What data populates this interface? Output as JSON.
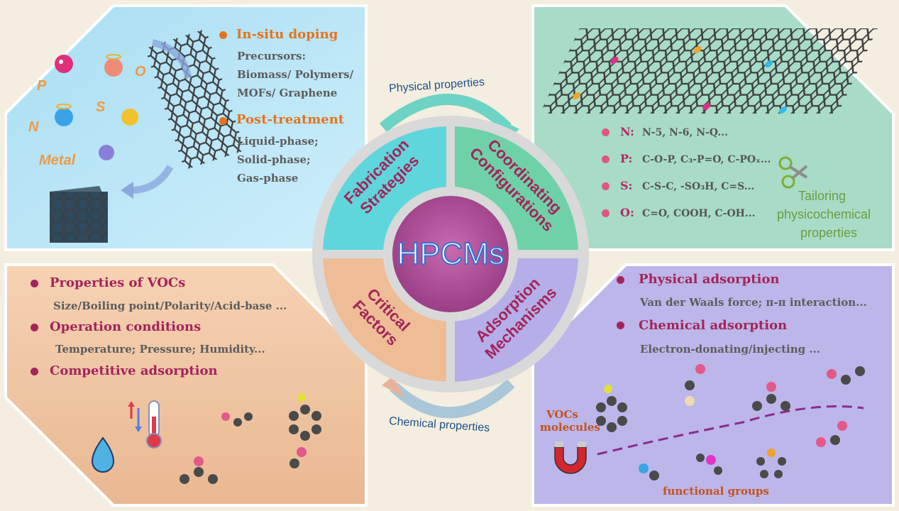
{
  "center": {
    "title": "HPCMs"
  },
  "quadrants": {
    "top_left": "Fabrication Strategies",
    "top_right": "Coordinating Configurations",
    "bottom_left": "Critical Factors",
    "bottom_right": "Adsorption Mechanisms"
  },
  "arrows": {
    "top": "Physical properties",
    "bottom": "Chemical properties"
  },
  "fabrication": {
    "heading1": "In-situ doping",
    "lines1": [
      "Precursors:",
      "Biomass/ Polymers/",
      "MOFs/ Graphene"
    ],
    "heading2": "Post-treatment",
    "lines2": [
      "Liquid-phase;",
      "Solid-phase;",
      "Gas-phase"
    ],
    "dopants": [
      "P",
      "O",
      "N",
      "S",
      "Metal"
    ]
  },
  "configurations": {
    "items": [
      {
        "label": "N:",
        "value": "N-5, N-6, N-Q..."
      },
      {
        "label": "P:",
        "value": "C-O-P, C₃-P=O, C-POₓ..."
      },
      {
        "label": "S:",
        "value": "C-S-C, -SO₃H, C=S..."
      },
      {
        "label": "O:",
        "value": "C=O, COOH, C-OH..."
      }
    ],
    "tailoring": [
      "Tailoring",
      "physicochemical",
      "properties"
    ]
  },
  "factors": {
    "items": [
      {
        "heading": "Properties of VOCs",
        "detail": "Size/Boiling point/Polarity/Acid-base ..."
      },
      {
        "heading": "Operation conditions",
        "detail": "Temperature; Pressure; Humidity..."
      },
      {
        "heading": "Competitive adsorption",
        "detail": ""
      }
    ]
  },
  "mechanisms": {
    "items": [
      {
        "heading": "Physical adsorption",
        "detail": "Van der Waals force; π-π interaction..."
      },
      {
        "heading": "Chemical adsorption",
        "detail": "Electron-donating/injecting ..."
      }
    ],
    "vocs_label": [
      "VOCs",
      "molecules"
    ],
    "groups_label": "functional groups"
  },
  "colors": {
    "fabrication": "#5fd6dc",
    "configuration": "#6fd1a8",
    "factors": "#eebd95",
    "mechanisms": "#b5aee8",
    "center": "#a7438c",
    "accent_orange": "#e4731f",
    "accent_red": "#a3245a"
  }
}
